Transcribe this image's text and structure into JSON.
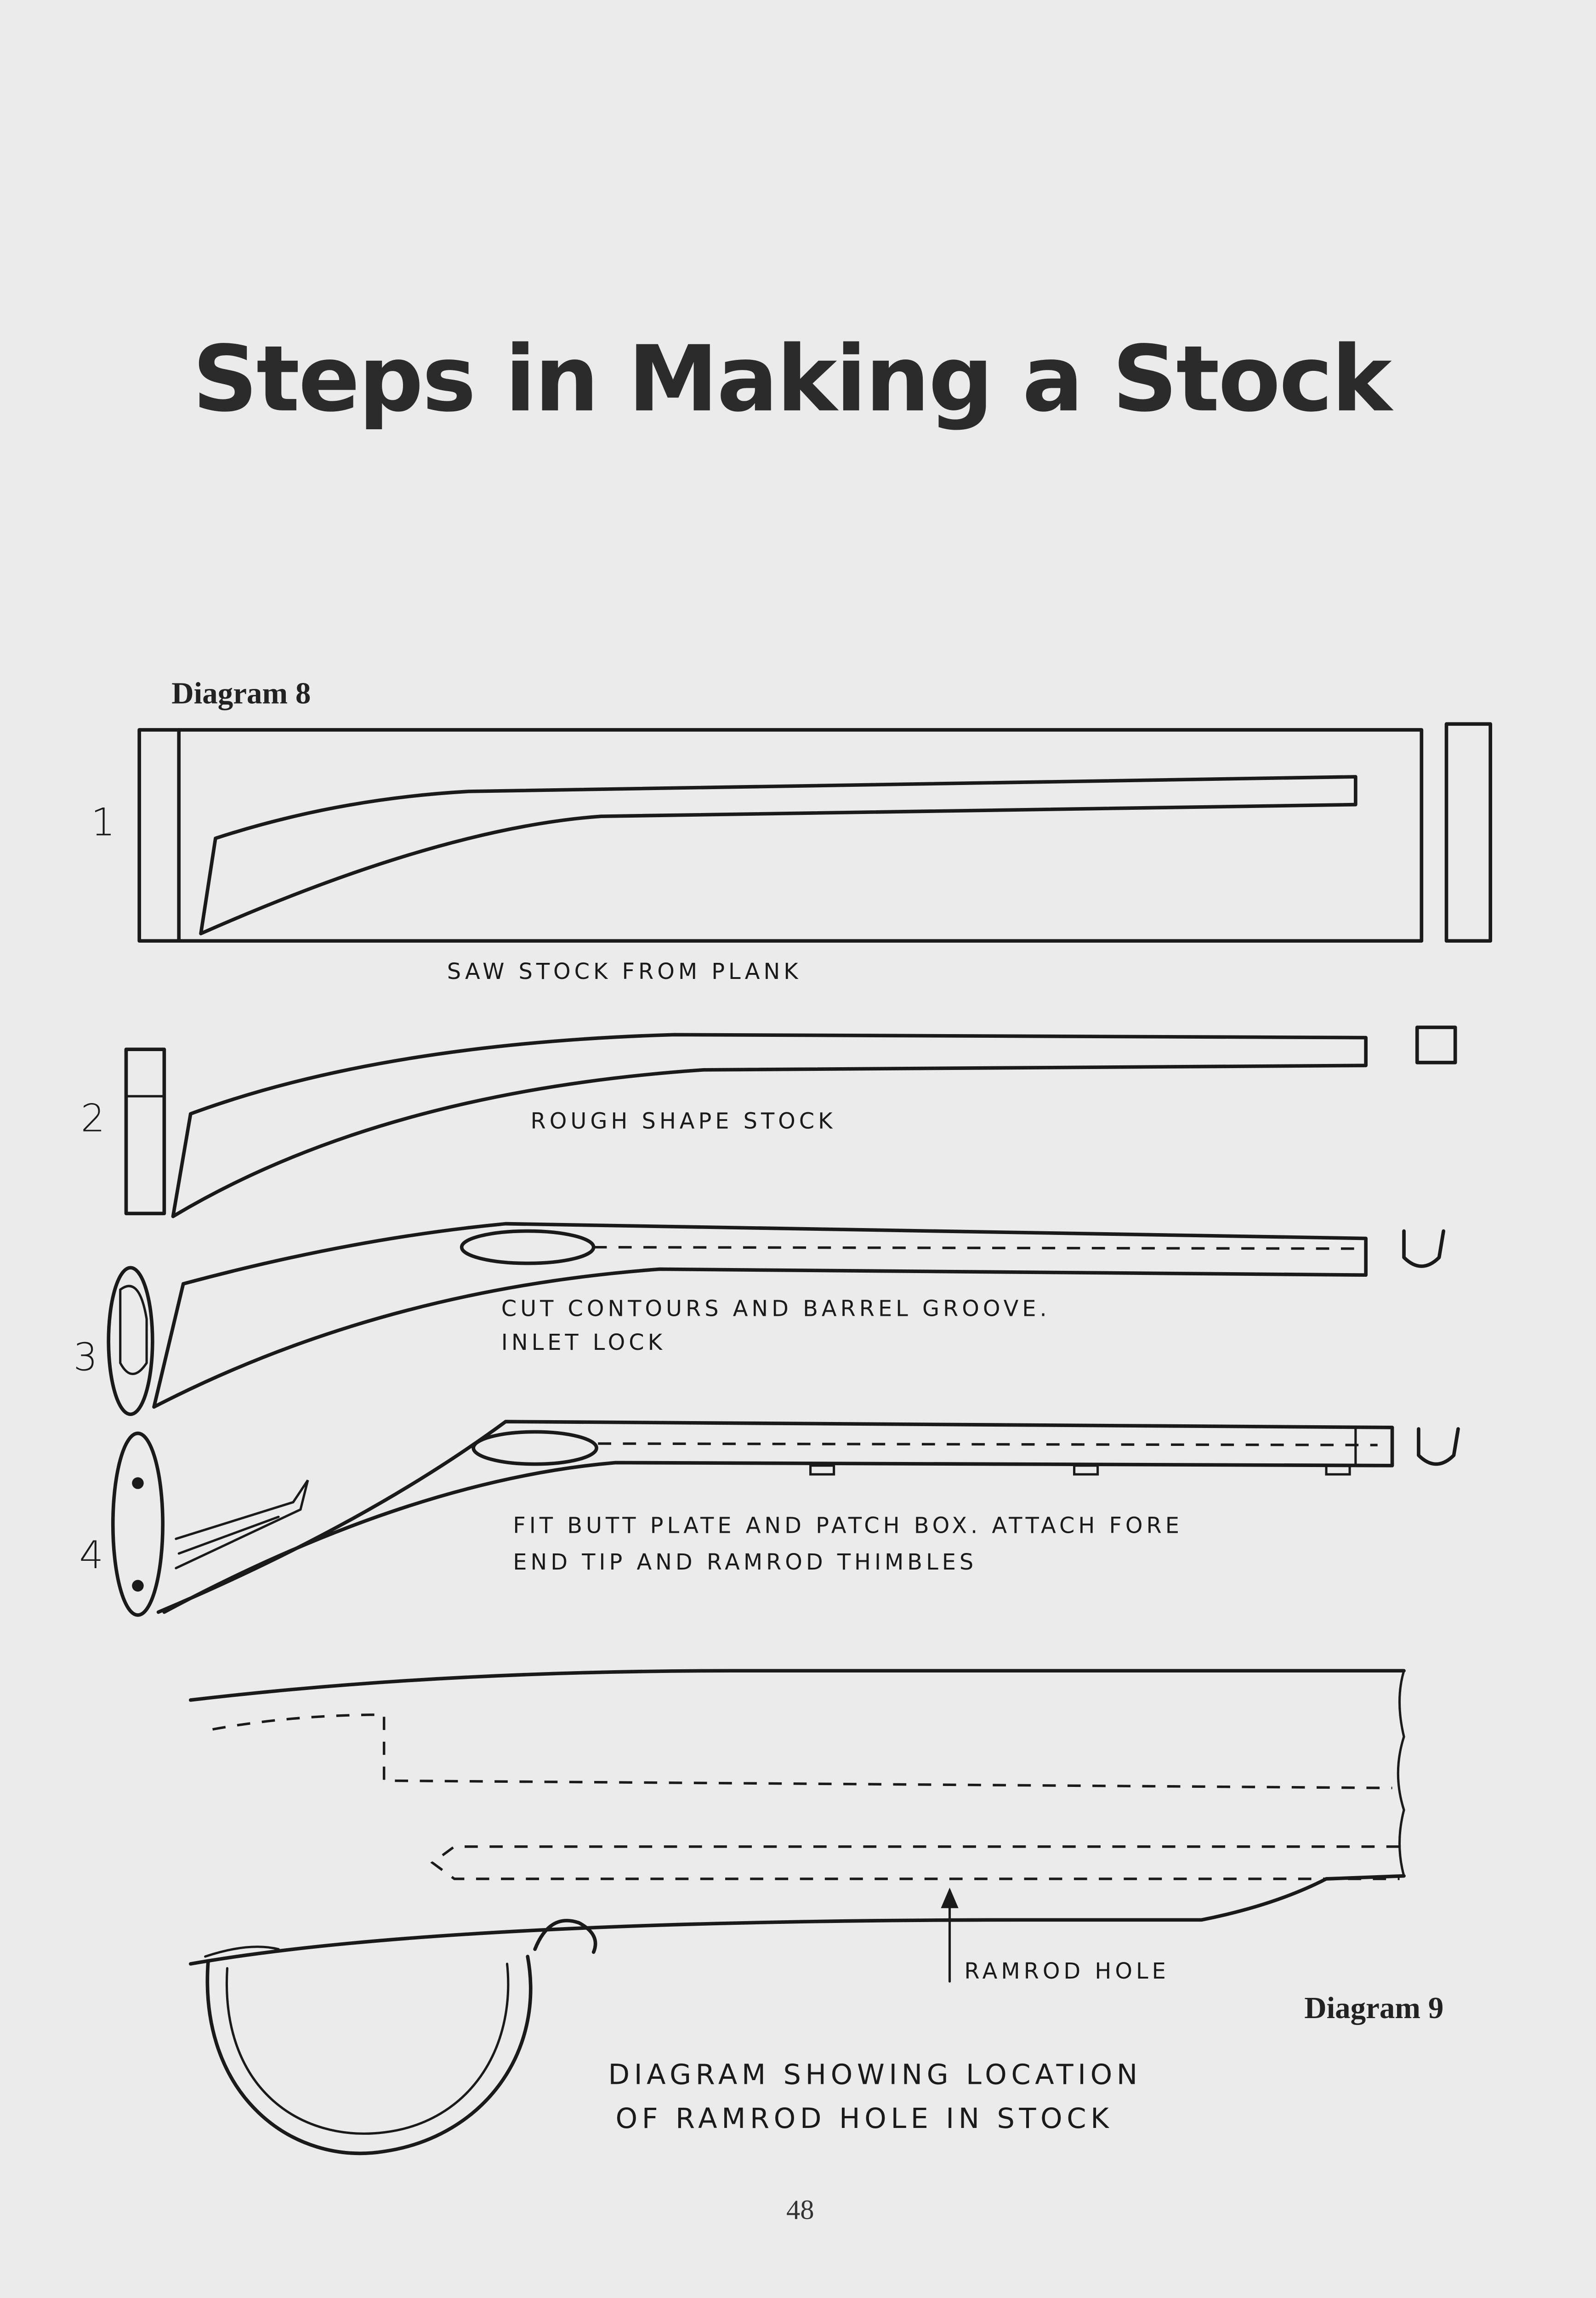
{
  "page": {
    "title": "Steps in Making a Stock",
    "page_number": "48"
  },
  "diagram8": {
    "caption": "Diagram 8",
    "steps": [
      {
        "number": "1",
        "lines": [
          "SAW STOCK FROM PLANK"
        ]
      },
      {
        "number": "2",
        "lines": [
          "ROUGH SHAPE STOCK"
        ]
      },
      {
        "number": "3",
        "lines": [
          "CUT CONTOURS AND BARREL GROOVE.",
          "INLET LOCK"
        ]
      },
      {
        "number": "4",
        "lines": [
          "FIT BUTT PLATE AND PATCH BOX. ATTACH FORE",
          "END TIP AND RAMROD THIMBLES"
        ]
      }
    ]
  },
  "diagram9": {
    "caption": "Diagram 9",
    "pointer_label": "RAMROD HOLE",
    "description": [
      "DIAGRAM SHOWING LOCATION",
      "OF RAMROD HOLE IN STOCK"
    ]
  }
}
